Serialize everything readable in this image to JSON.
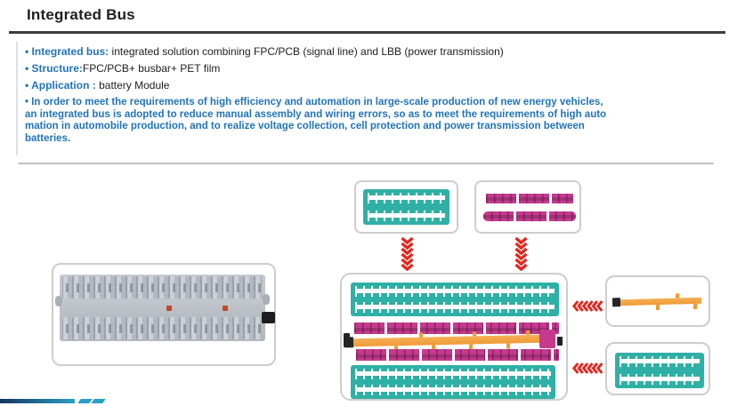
{
  "page": {
    "title": "Integrated Bus"
  },
  "bullets": [
    {
      "label": "• Integrated bus:",
      "text": "  integrated solution combining FPC/PCB (signal line) and LBB (power transmission)"
    },
    {
      "label": "• Structure:",
      "text": "FPC/PCB+ busbar+ PET film"
    },
    {
      "label": "• Application :",
      "text": " battery Module"
    }
  ],
  "paragraph": "• In order to meet the requirements of high efficiency and automation in large-scale production of new energy vehicles,\n an integrated bus is adopted to reduce manual assembly and wiring errors, so as to meet the requirements of high auto\nmation in automobile production, and to realize voltage collection, cell protection and power transmission between\nbatteries.",
  "icons": {
    "down_arrow": "red-chevron-down",
    "left_arrow": "red-chevron-left"
  },
  "colors": {
    "accent-blue": "#2274b8",
    "title-black": "#1f1f1f",
    "rule-dark": "#3c3c3c",
    "border-gray": "#cdcdcd",
    "teal": "#2fb0a6",
    "magenta": "#c43a8e",
    "orange": "#f09a36",
    "arrow-red": "#e5261f",
    "footer-navy": "#16355f",
    "footer-cyan": "#2b9fc4"
  }
}
